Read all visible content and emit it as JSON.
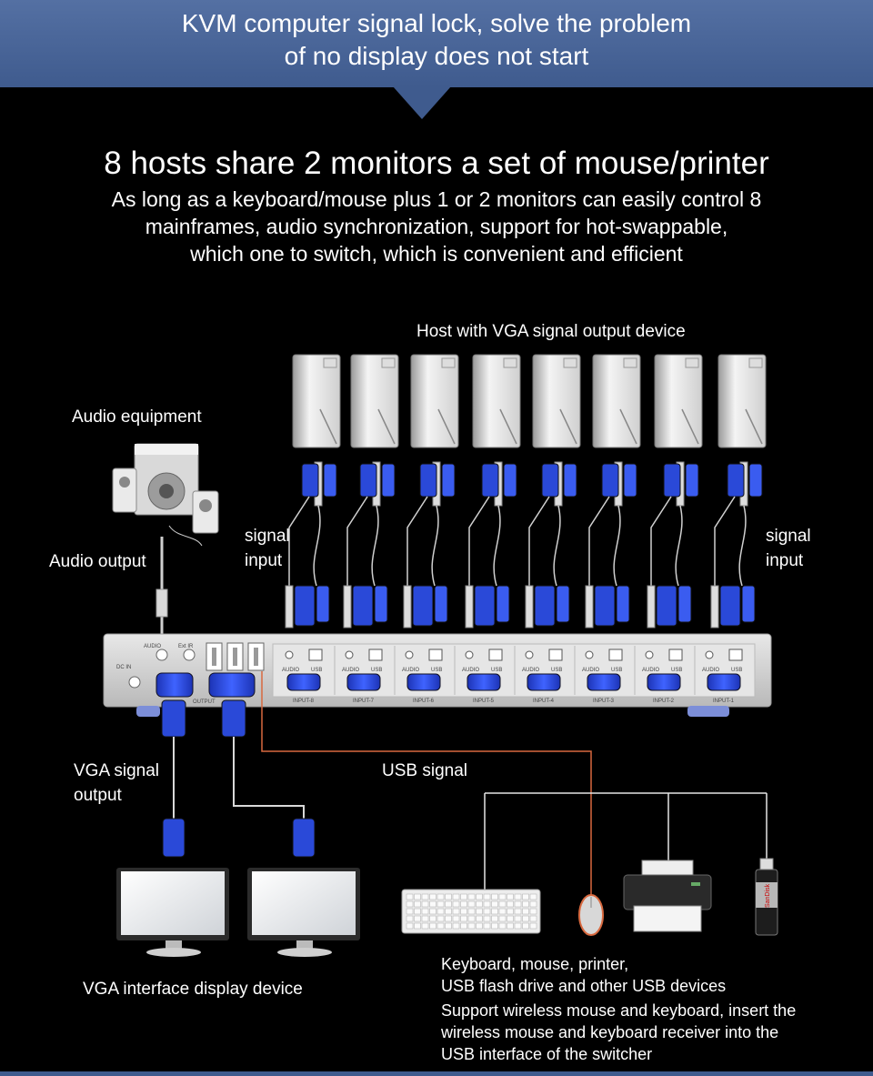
{
  "banner": {
    "title": "KVM computer signal lock, solve the problem\nof no display does not start"
  },
  "headline": "8 hosts share 2 monitors a set of mouse/printer",
  "subline": "As long as a keyboard/mouse plus 1 or 2 monitors can easily control 8\nmainframes, audio synchronization, support for hot-swappable,\nwhich one to switch, which is convenient and efficient",
  "labels": {
    "hosts": "Host with VGA signal output device",
    "audio_equipment": "Audio equipment",
    "audio_output": "Audio output",
    "signal_input_left": "signal\ninput",
    "signal_input_right": "signal\ninput",
    "vga_signal_output": "VGA signal\noutput",
    "usb_signal": "USB signal",
    "vga_display": "VGA interface display device",
    "usb_devices": "Keyboard, mouse, printer,\nUSB flash drive and other USB devices",
    "wireless_note": "Support wireless mouse and keyboard, insert the\nwireless mouse and keyboard receiver into the\nUSB interface of the switcher"
  },
  "kvm": {
    "left_labels": {
      "audio": "AUDIO",
      "ext_ir": "Ext IR",
      "dc_in": "DC IN",
      "output": "OUTPUT"
    },
    "port_labels": {
      "audio": "AUDIO",
      "usb": "USB"
    },
    "inputs": [
      "INPUT-8",
      "INPUT-7",
      "INPUT-6",
      "INPUT-5",
      "INPUT-4",
      "INPUT-3",
      "INPUT-2",
      "INPUT-1"
    ]
  },
  "brand_text": "SanDisk",
  "colors": {
    "banner": "#3f5b8e",
    "vga_connector": "#2a49d8",
    "usb_line": "#d8693f",
    "cable": "#cfcfcf"
  }
}
